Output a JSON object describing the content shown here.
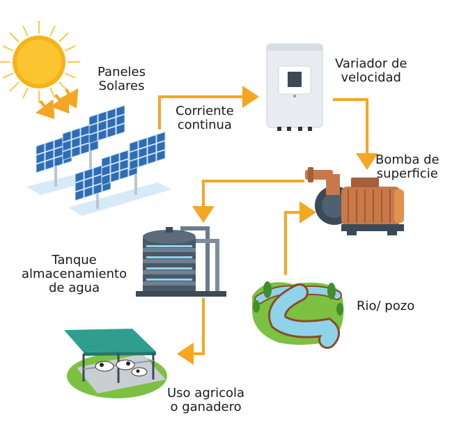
{
  "colors": {
    "arrow": "#f5a623",
    "sun": "#f7b21a",
    "panel": "#2f6db3",
    "water": "#8fd3ea",
    "grass": "#7cc142",
    "pump_body": "#c8794a",
    "tank": "#4a5866"
  },
  "nodes": {
    "solar_panels": {
      "icon": "solar-panels-with-sun",
      "line1": "Paneles",
      "line2": "Solares"
    },
    "direct_current": {
      "line1": "Corriente",
      "line2": "continua"
    },
    "speed_drive": {
      "icon": "inverter-box",
      "line1": "Variador de",
      "line2": "velocidad"
    },
    "surface_pump": {
      "icon": "centrifugal-pump",
      "line1": "Bomba de",
      "line2": "superficie"
    },
    "water_tank": {
      "icon": "storage-tank",
      "line1": "Tanque",
      "line2": "almacenamiento",
      "line3": "de agua"
    },
    "river_well": {
      "icon": "river-landscape",
      "line1": "Rio/ pozo"
    },
    "farm_use": {
      "icon": "cattle-shed",
      "line1": "Uso agricola",
      "line2": "o ganadero"
    }
  }
}
